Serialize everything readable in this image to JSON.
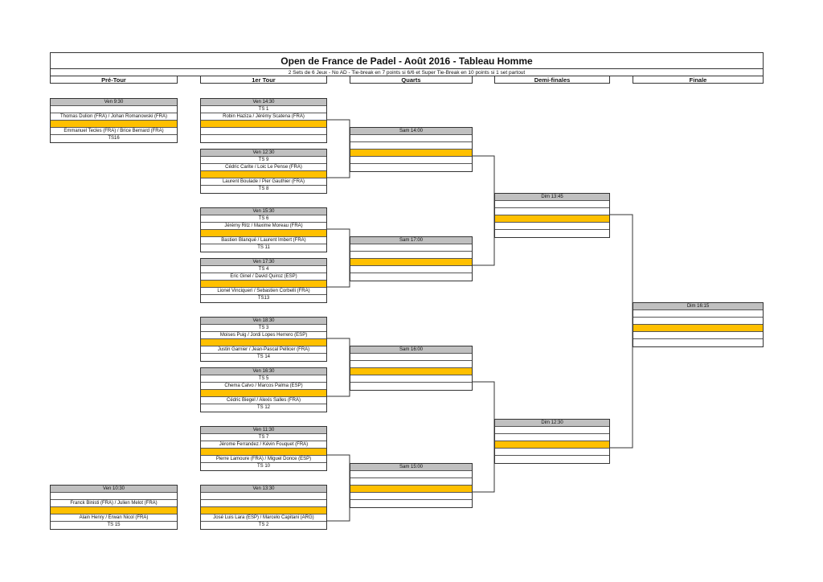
{
  "header": {
    "title": "Open de France de Padel - Août 2016 - Tableau Homme",
    "subtitle": "2 Sets de 6 Jeux - No AD - Tie-break en 7 points si 6/6 et Super Tie-Break en 10 points si 1 set partout",
    "rounds": [
      "Pré-Tour",
      "1er Tour",
      "Quarts",
      "Demi-finales",
      "Finale"
    ]
  },
  "colors": {
    "time_header": "#c0c0c0",
    "winner_slot": "#ffc000"
  },
  "pre_tour": [
    {
      "time": "Ven 9:30",
      "rows": [
        "",
        "Thomas Dulion (FRA) / Johan Romanowski (FRA)",
        "",
        "Emmanuel Tecles (FRA) / Brice Bernard (FRA)",
        "TS16"
      ]
    },
    {
      "time": "Ven 10:30",
      "rows": [
        "",
        "Franck Binisti (FRA) / Julien Melot (FRA)",
        "",
        "Alain Henry / Erwan Nicol (FRA)",
        "TS 15"
      ]
    }
  ],
  "first_round": [
    {
      "time": "Ven 14:30",
      "rows": [
        "TS 1",
        "Robin Haziza / Jérémy Scatena (FRA)",
        "",
        "",
        ""
      ]
    },
    {
      "time": "Ven 12:30",
      "rows": [
        "TS 9",
        "Cédric Carite / Loic Le Pense (FRA)",
        "",
        "Laurent Boulade / Pier Gauthier (FRA)",
        "TS 8"
      ]
    },
    {
      "time": "Ven 15:30",
      "rows": [
        "TS 6",
        "Jérémy Ritz / Maxime Moreau (FRA)",
        "",
        "Bastien Blanqué / Laurent Imbert (FRA)",
        "TS 11"
      ]
    },
    {
      "time": "Ven 17:30",
      "rows": [
        "TS 4",
        "Eric Ginel / David Quiroz (ESP)",
        "",
        "Lionel Vinciqueri / Sebastien Corbelli (FRA)",
        "TS13"
      ]
    },
    {
      "time": "Ven 18:30",
      "rows": [
        "TS 3",
        "Moises Puig / Jordi Lopes Herrero (ESP)",
        "",
        "Justin Garnier / Jean-Pascal Pellicer (FRA)",
        "TS 14"
      ]
    },
    {
      "time": "Ven 16:30",
      "rows": [
        "TS 5",
        "Chema Calvo / Marcos Palma (ESP)",
        "",
        "Cédric Biegel / Alexis Salles (FRA)",
        "TS 12"
      ]
    },
    {
      "time": "Ven 11:30",
      "rows": [
        "TS 7",
        "Jérome Ferrandez / Kévin Fouquet (FRA)",
        "",
        "Pierre Lamoure (FRA) / Miguel Donce (ESP)",
        "TS 10"
      ]
    },
    {
      "time": "Ven 13:30",
      "rows": [
        "",
        "",
        "",
        "José Luis Lara (ESP) / Marcelo Capitani (ARG)",
        "TS 2"
      ]
    }
  ],
  "quarters": [
    {
      "time": "Sam 14:00",
      "rows": [
        "",
        "",
        "",
        "",
        ""
      ]
    },
    {
      "time": "Sam 17:00",
      "rows": [
        "",
        "",
        "",
        "",
        ""
      ]
    },
    {
      "time": "Sam 16:00",
      "rows": [
        "",
        "",
        "",
        "",
        ""
      ]
    },
    {
      "time": "Sam 15:00",
      "rows": [
        "",
        "",
        "",
        "",
        ""
      ]
    }
  ],
  "semis": [
    {
      "time": "Dim 13:45",
      "rows": [
        "",
        "",
        "",
        "",
        ""
      ]
    },
    {
      "time": "Dim 12:30",
      "rows": [
        "",
        "",
        "",
        "",
        ""
      ]
    }
  ],
  "final": [
    {
      "time": "Dim 16:15",
      "rows": [
        "",
        "",
        "",
        "",
        ""
      ]
    }
  ]
}
